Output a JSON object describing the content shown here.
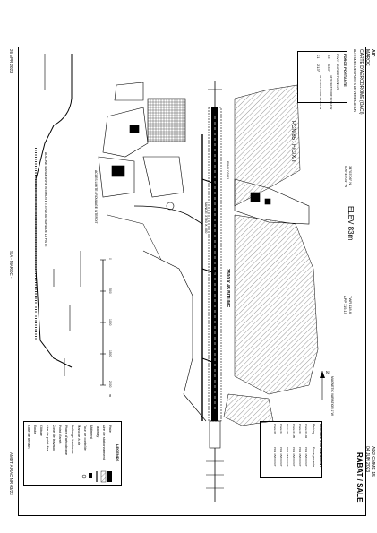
{
  "header": {
    "aip": "AIP",
    "country": "MAROC",
    "chart_title": "CARTE D'AERODROME (OACI)",
    "aip_ref": "AD2 GMME-15",
    "date": "04 JUN 2023",
    "place": "RABAT / SALE",
    "elev": "ELEV 83m",
    "twr": "TWR 118.6",
    "app": "APP 119.15",
    "coords_n": "34°03'06\" N",
    "coords_w": "006°45'04\" W",
    "atc_note": "ALTITUDES DES POINTS DE VERIFICATION"
  },
  "table_left": {
    "title": "FORCE PORTANTE",
    "headers": [
      "RWY",
      "DIRECTION",
      "THR"
    ],
    "rows": [
      [
        "03",
        "033°",
        "34°03'29.5\"N 006°45'49.6\"W"
      ],
      [
        "21",
        "213°",
        "34°03'08.6\"N 006°44'51.8\"W"
      ]
    ],
    "pcn": "PCN 85 / F/C/X/T"
  },
  "table_right": {
    "title": "AIRES DE STATIONNEMENT",
    "headers": [
      "Parking",
      "Force portante"
    ],
    "rows": [
      [
        "Poste 01-02",
        "PCN 35/F/C/X/T"
      ],
      [
        "Poste 03",
        "PCN 35/F/C/X/T"
      ],
      [
        "Poste 04-05",
        "PCN 35/F/C/X/T"
      ],
      [
        "Poste 06",
        "PCN 35/F/C/X/T"
      ],
      [
        "Poste 07",
        "PCN 35/F/C/X/T"
      ],
      [
        "Poste 08",
        "PCN 35/F/C/X/T"
      ]
    ]
  },
  "runway": {
    "label_long": "3500 X 45 BITUME",
    "label_short": "RWY 03/21",
    "label_twy": "BANDE 3740 X 300"
  },
  "legend": {
    "title": "LEGENDE",
    "items": [
      "Piste",
      "Aire de stationnement",
      "Taxiway",
      "Bâtiment",
      "Tour de contrôle",
      "Manche à air",
      "Balisage lumineux",
      "Phare d'aérodrome",
      "Point d'arrêt",
      "Zone de travaux",
      "Aire de point fixe",
      "Clôture",
      "Route",
      "Cote de terrain"
    ]
  },
  "scale": {
    "labels": [
      "0",
      "500",
      "1000",
      "1500",
      "2000"
    ],
    "unit": "m"
  },
  "misc": {
    "note1": "ACCES LIMITE / ROULAGE INTERDIT",
    "note2": "MAGNETIC VARIATION 1°W",
    "compass": "N",
    "left_note": "AUCUNE MANOEUVRE INTERDITE 0.5 NM AU NORD DE LA PISTE"
  },
  "footer": {
    "left": "26 APR 2023",
    "center": "SIA - MAROC -",
    "right": "AMDT AIRAC NR 03/23"
  }
}
